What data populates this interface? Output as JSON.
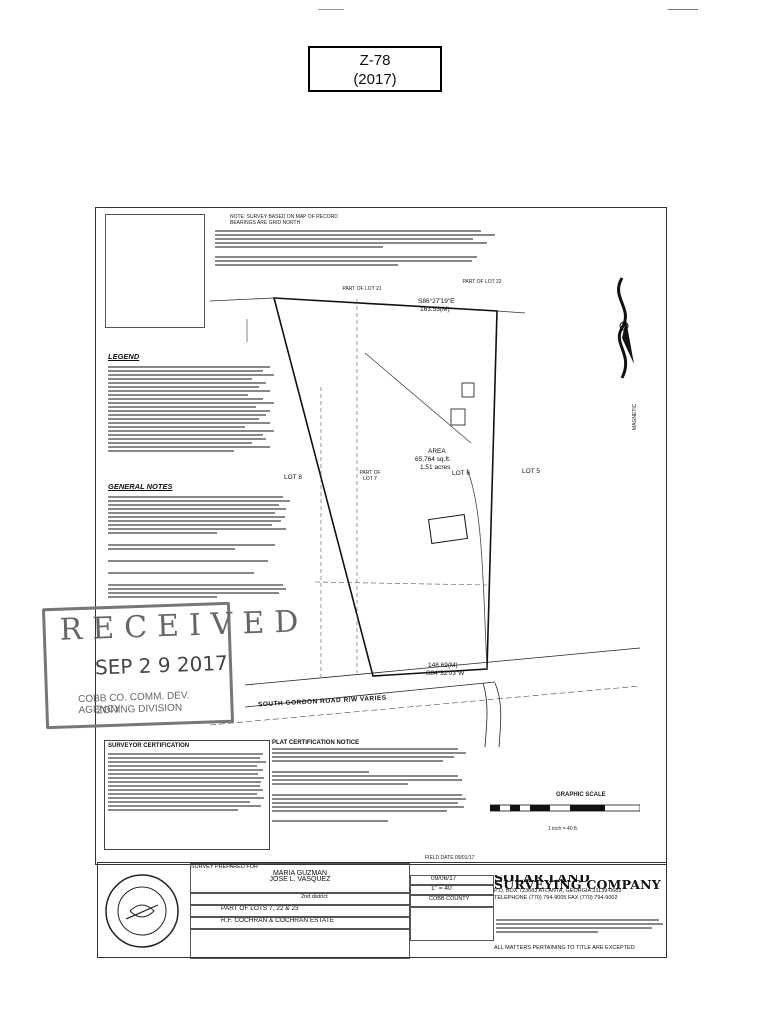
{
  "case": {
    "number": "Z-78",
    "year": "(2017)"
  },
  "notes_header": {
    "line1": "NOTE: SURVEY BASED ON MAP OF RECORD",
    "line2": "BEARINGS ARE GRID NORTH"
  },
  "plat": {
    "part_of_lot_21": "PART OF LOT 21",
    "part_of_lot_22": "PART OF LOT 22",
    "bearing_top": "S86°27'19\"E",
    "distance_top": "163.53(M)",
    "lot_6": "LOT 6",
    "lot_5": "LOT 5",
    "lot_8": "LOT 8",
    "part_of_lot_7": "PART OF LOT 7",
    "area_label": "AREA",
    "area_sqft": "65,764 sq.ft.",
    "area_acres": "1.51 acres",
    "distance_bottom": "148.69(M)",
    "bearing_bottom": "S84°32'03\"W",
    "road_name": "SOUTH GORDON ROAD R/W VARIES",
    "legend_title": "LEGEND",
    "general_notes_title": "GENERAL NOTES",
    "graphic_scale": "GRAPHIC SCALE",
    "scale_note": "1 inch = 40 ft.",
    "north_label": "MAGNETIC"
  },
  "stamp": {
    "word": "RECEIVED",
    "date": "SEP 2 9 2017",
    "agency_line1": "COBB CO. COMM. DEV. AGENCY",
    "agency_line2": "ZONING DIVISION"
  },
  "certification": {
    "surveyor_title": "SURVEYOR CERTIFICATION",
    "plat_title": "PLAT CERTIFICATION NOTICE"
  },
  "title_block": {
    "prepared_for_label": "SURVEY PREPARED FOR",
    "owner_1": "MARIA GUZMAN",
    "owner_2": "JOSE L. VASQUEZ",
    "date": "09/06/17",
    "scale": "1\" = 40'",
    "district": "2nd district",
    "land_lot": "PART OF LOTS 7, 22 & 23",
    "subdivision": "R.F. COCHRAN & COCHRAN ESTATE",
    "company": "SOLAR LAND SURVEYING COMPANY",
    "address": "P.O. BOX 723683   ATLANTA, GEORGIA   31139-0683",
    "phone": "TELEPHONE (770) 794-9005   FAX (770) 794-9002",
    "field_date": "FIELD DATE 09/01/17",
    "all_matters": "ALL MATTERS PERTAINING TO TITLE ARE EXCEPTED",
    "cobb_county": "COBB COUNTY"
  },
  "colors": {
    "ink": "#111111",
    "stamp": "#666666",
    "paper": "#ffffff"
  }
}
